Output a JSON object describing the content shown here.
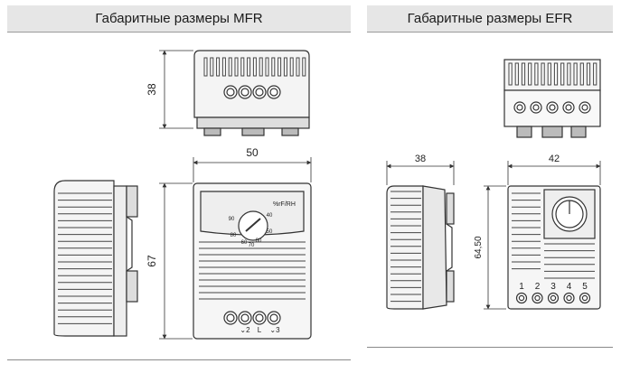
{
  "mfr": {
    "title": "Габаритные размеры MFR",
    "dim_height_top": "38",
    "dim_width": "50",
    "dim_height_front": "67",
    "scale_label": "%rF/RH",
    "scale_marks": [
      "90",
      "40",
      "80",
      "50",
      "80",
      "60",
      "70"
    ],
    "terminal_labels": [
      "⌄2",
      "L",
      "⌄3"
    ]
  },
  "efr": {
    "title": "Габаритные размеры EFR",
    "dim_side_width": "38",
    "dim_front_width": "42",
    "dim_height": "64,50",
    "terminal_numbers": [
      "1",
      "2",
      "3",
      "4",
      "5"
    ]
  },
  "colors": {
    "header_bg": "#e6e6e6",
    "line": "#333333",
    "hatch": "#555555"
  }
}
